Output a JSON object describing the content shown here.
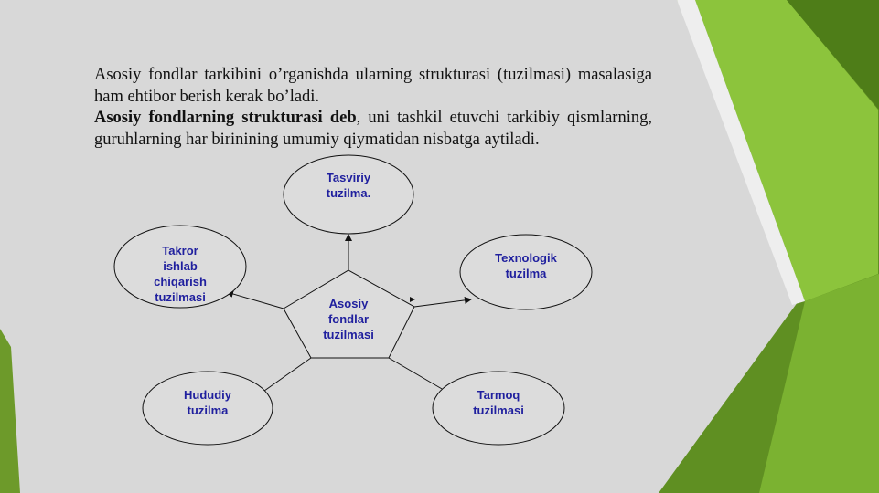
{
  "paragraph1": "Asosiy fondlar tarkibini o’rganishda ularning strukturasi (tuzilmasi) masalasiga ham ehtibor berish kerak bo’ladi.",
  "paragraph2_bold": "Asosiy fondlarning strukturasi deb",
  "paragraph2_rest": ", uni tashkil etuvchi tarkibiy qismlarning, guruhlarning har birinining umumiy qiymatidan nisbatga aytiladi.",
  "diagram": {
    "center": "Asosiy\nfondlar\n tuzilmasi",
    "nodes": {
      "tasviriy": "Tasviriy\ntuzilma.",
      "texnologik": "Texnologik\ntuzilma",
      "tarmoq": "Tarmoq\ntuzilmasi",
      "hududiy": "Hududiy\ntuzilma",
      "takror": "Takror\nishlab\nchiqarish\ntuzilmasi"
    }
  },
  "colors": {
    "background": "#d8d8d8",
    "green_dark": "#5a8a1e",
    "green_light": "#8bbf3a",
    "label": "#1f1f9e"
  }
}
